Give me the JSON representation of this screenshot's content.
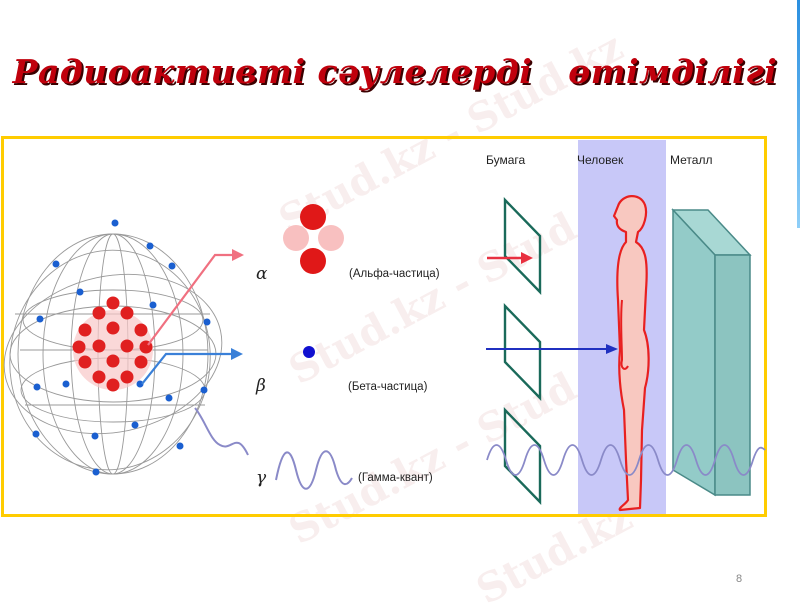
{
  "slide": {
    "title": "Радиоактивті сәулелерді   өтімділігі",
    "page_number": "8"
  },
  "diagram": {
    "columns": [
      {
        "label": "Бумага"
      },
      {
        "label": "Человек"
      },
      {
        "label": "Металл"
      }
    ],
    "radiation": [
      {
        "symbol": "α",
        "label": "(Альфа-частица)",
        "color": "#e8505a"
      },
      {
        "symbol": "β",
        "label": "(Бета-частица)",
        "color": "#2030d0"
      },
      {
        "symbol": "γ",
        "label": "(Гамма-квант)",
        "color": "#8a8ac8"
      }
    ],
    "colors": {
      "frame": "#ffcc00",
      "nucleus": "#e02020",
      "electron": "#1a5fd0",
      "human_band": "#c8c8f8",
      "human_body": "#f8c8c0",
      "human_outline": "#e82020",
      "paper": "#1a6a5a",
      "metal": "#93cbc8"
    }
  },
  "watermark": {
    "text": "Stud.kz",
    "text2": "Stud.kz - Stud.kz"
  }
}
